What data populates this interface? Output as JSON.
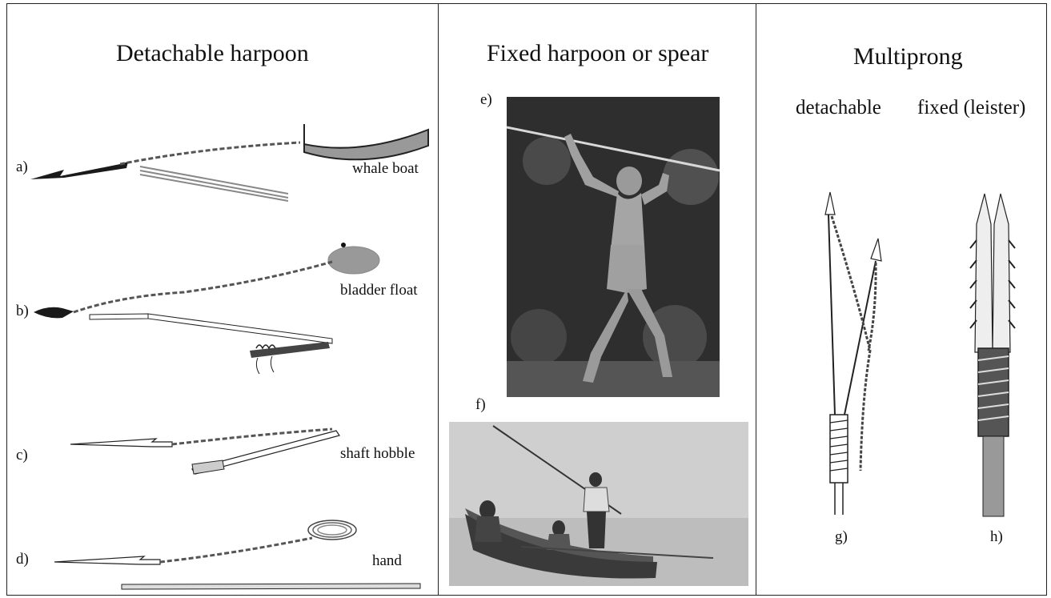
{
  "columns": {
    "detachable": {
      "title": "Detachable harpoon",
      "items": [
        {
          "letter": "a)",
          "caption": "whale boat"
        },
        {
          "letter": "b)",
          "caption": "bladder float"
        },
        {
          "letter": "c)",
          "caption": "shaft hobble"
        },
        {
          "letter": "d)",
          "caption": "hand"
        }
      ]
    },
    "fixed": {
      "title": "Fixed harpoon or spear",
      "items": [
        {
          "letter": "e)"
        },
        {
          "letter": "f)"
        }
      ]
    },
    "multiprong": {
      "title": "Multiprong",
      "subheads": [
        "detachable",
        "fixed (leister)"
      ],
      "items": [
        {
          "letter": "g)"
        },
        {
          "letter": "h)"
        }
      ]
    }
  },
  "colors": {
    "line": "#222222",
    "fill_gray": "#999999",
    "dark": "#1a1a1a",
    "photo_dark": "#3a3a3a",
    "photo_mid": "#8a8a8a",
    "water": "#c9c9c9"
  }
}
